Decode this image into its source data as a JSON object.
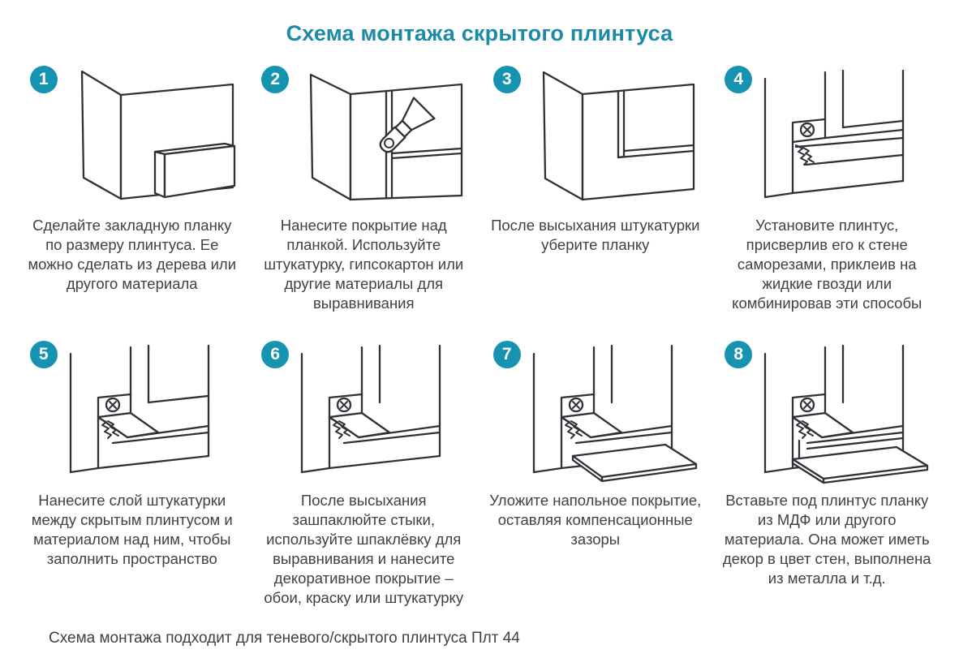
{
  "title": "Схема монтажа скрытого плинтуса",
  "footer": "Схема монтажа подходит для теневого/скрытого плинтуса Плт 44",
  "colors": {
    "accent": "#1d89a8",
    "badge": "#1793b2",
    "line": "#2e3237",
    "text": "#3d4247"
  },
  "steps": [
    {
      "number": "1",
      "caption": "Сделайте закладную планку по размеру плинтуса. Ее можно сделать из дерева или другого материала"
    },
    {
      "number": "2",
      "caption": "Нанесите покрытие над планкой. Используйте штукатурку, гипсокартон или другие материалы для выравнивания"
    },
    {
      "number": "3",
      "caption": "После высыхания штукатурки уберите планку"
    },
    {
      "number": "4",
      "caption": "Установите плинтус, присверлив его к стене саморезами, приклеив на жидкие гвозди или комбинировав эти способы"
    },
    {
      "number": "5",
      "caption": "Нанесите слой штукатурки между скрытым плинтусом и материалом над ним, чтобы заполнить пространство"
    },
    {
      "number": "6",
      "caption": "После высыхания зашпаклюйте стыки, используйте шпаклёвку для выравнивания и нанесите декоративное покрытие – обои, краску или штукатурку"
    },
    {
      "number": "7",
      "caption": "Уложите напольное покрытие, оставляя компенсационные зазоры"
    },
    {
      "number": "8",
      "caption": "Вставьте под плинтус планку из МДФ или другого материала. Она может иметь декор в цвет стен, выполнена из металла и т.д."
    }
  ]
}
